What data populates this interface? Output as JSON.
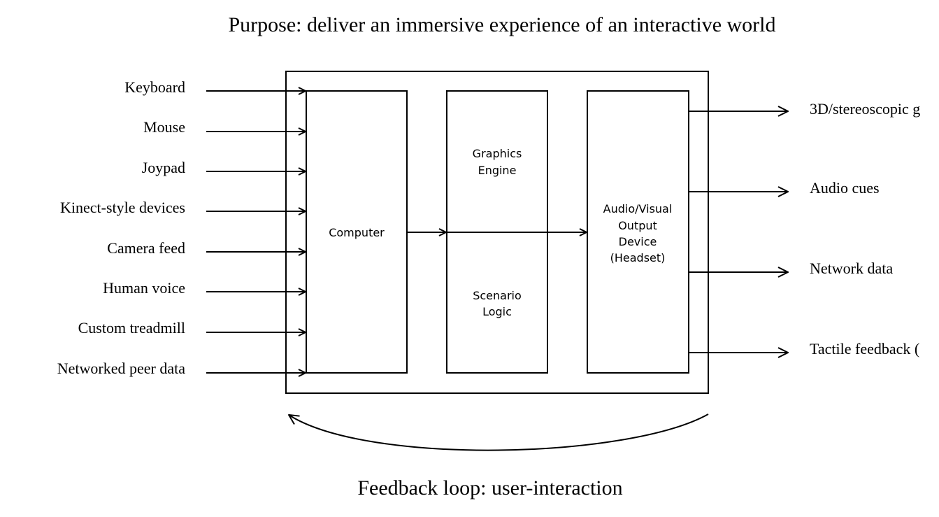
{
  "title": "Purpose: deliver an immersive experience of an interactive world",
  "inputs": [
    "Keyboard",
    "Mouse",
    "Joypad",
    "Kinect-style devices",
    "Camera feed",
    "Human voice",
    "Custom treadmill",
    "Networked peer data"
  ],
  "blocks": {
    "computer": "Computer",
    "graphics_engine": [
      "Graphics",
      "Engine"
    ],
    "scenario_logic": [
      "Scenario",
      "Logic"
    ],
    "output_device": [
      "Audio/Visual",
      "Output",
      "Device",
      "(Headset)"
    ]
  },
  "outputs": [
    "3D/stereoscopic g",
    "Audio cues",
    "Network data",
    "Tactile feedback ("
  ],
  "feedback_label": "Feedback loop: user-interaction"
}
